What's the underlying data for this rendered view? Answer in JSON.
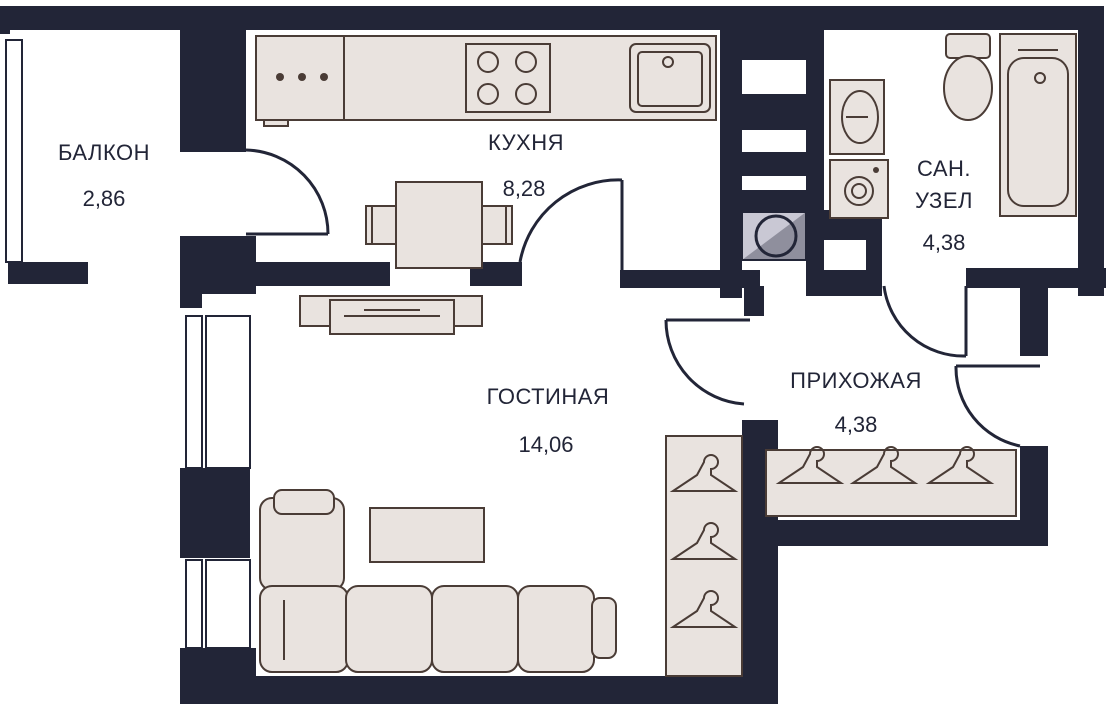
{
  "rooms": {
    "balcony": {
      "name": "БАЛКОН",
      "area": "2,86"
    },
    "kitchen": {
      "name": "КУХНЯ",
      "area": "8,28"
    },
    "bathroom": {
      "name_line1": "САН.",
      "name_line2": "УЗЕЛ",
      "area": "4,38"
    },
    "living": {
      "name": "ГОСТИНАЯ",
      "area": "14,06"
    },
    "hallway": {
      "name": "ПРИХОЖАЯ",
      "area": "4,38"
    }
  },
  "colors": {
    "wall": "#222537",
    "furniture_fill": "#e9e3df",
    "furniture_stroke": "#4a3c36"
  },
  "icons": [
    "stove-icon",
    "sink-icon",
    "toilet-icon",
    "bathtub-icon",
    "washing-machine-icon",
    "hanger-icon",
    "sofa-icon",
    "table-icon",
    "tv-icon"
  ]
}
